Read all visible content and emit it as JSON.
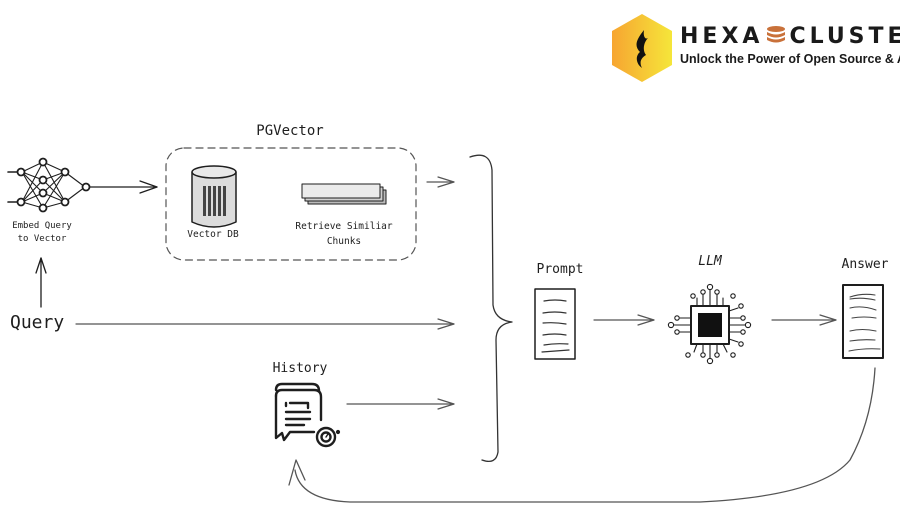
{
  "logo": {
    "brand_left": "HEXA",
    "brand_right": "CLUSTER",
    "tagline": "Unlock the Power of Open Source & AI",
    "colors": {
      "hex_start": "#f7a531",
      "hex_end": "#f5e63a",
      "db_icon": "#c9713a"
    }
  },
  "diagram": {
    "embed_label_line1": "Embed Query",
    "embed_label_line2": "to Vector",
    "pgvector_title": "PGVector",
    "vector_db_label": "Vector DB",
    "retrieve_label_line1": "Retrieve Similiar",
    "retrieve_label_line2": "Chunks",
    "query_label": "Query",
    "history_label": "History",
    "prompt_label": "Prompt",
    "llm_label": "LLM",
    "answer_label": "Answer"
  }
}
